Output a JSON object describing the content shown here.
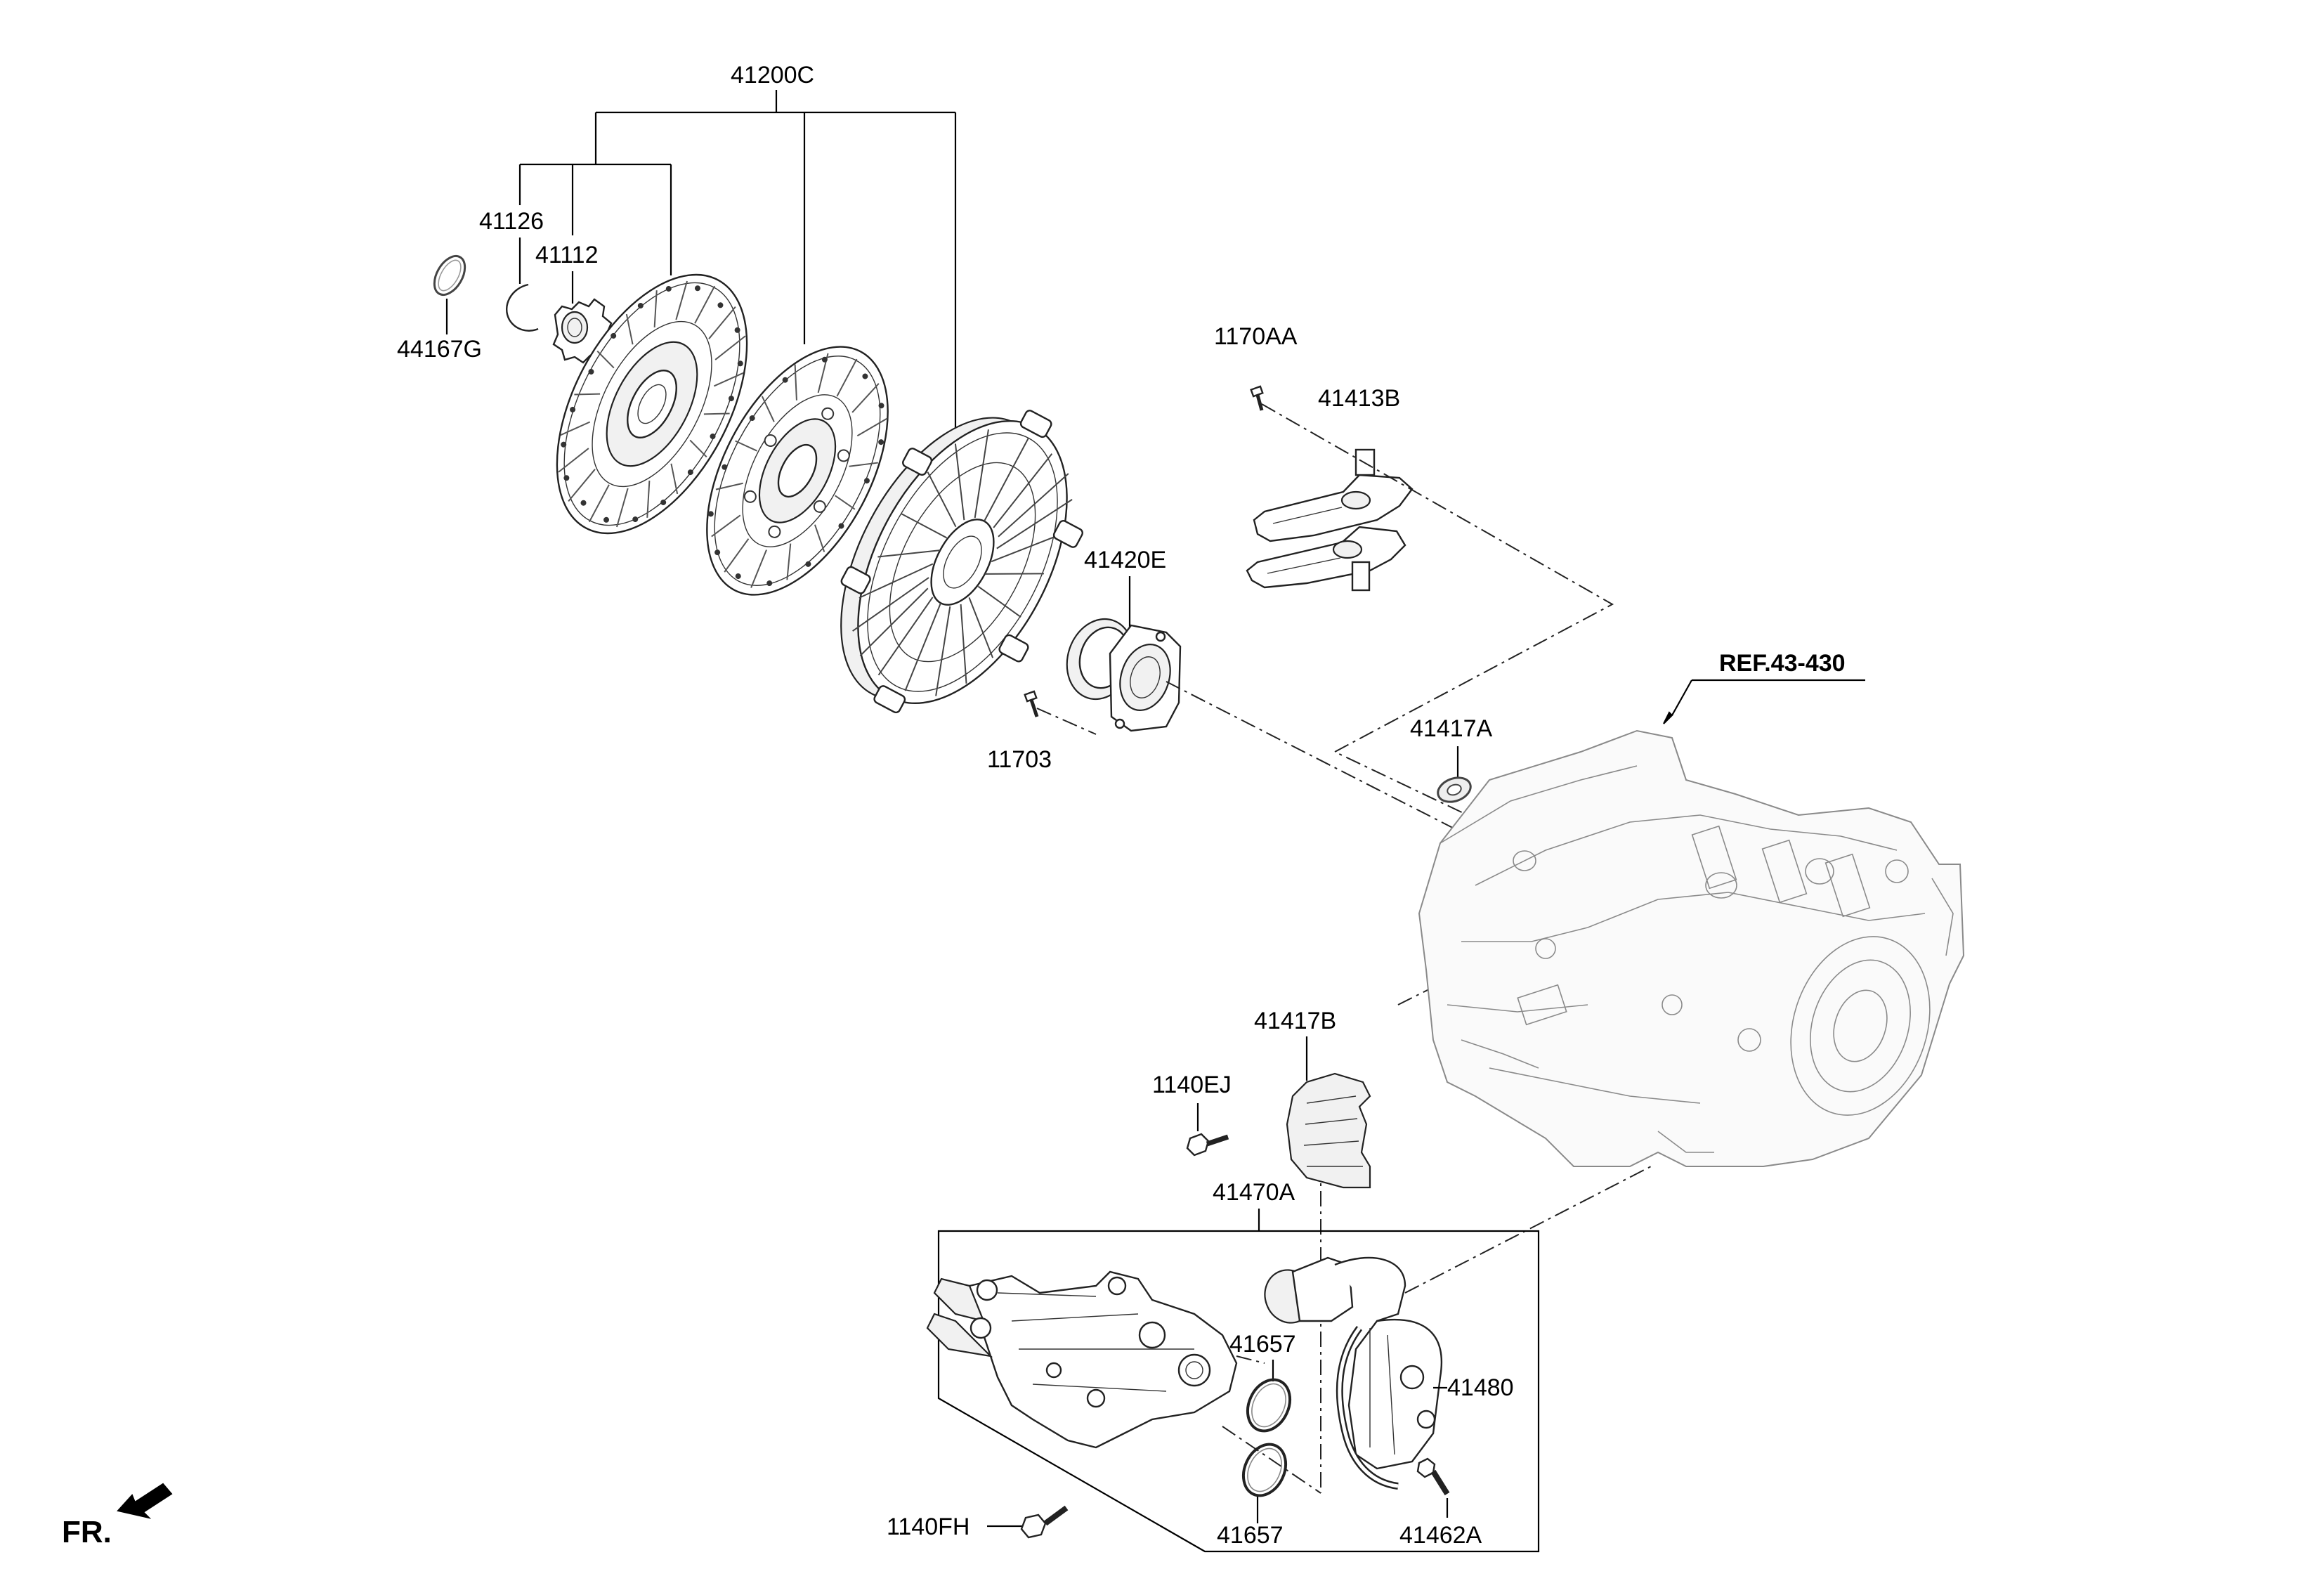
{
  "labels": {
    "assembly": "41200C",
    "snap_ring": "41126",
    "hub": "41112",
    "o_ring_small": "44167G",
    "bolt_fork": "1170AA",
    "fork": "41413B",
    "release_bearing": "41420E",
    "bolt_bearing": "11703",
    "ref": "REF.43-430",
    "seal_41417a": "41417A",
    "cover_41417b": "41417B",
    "bolt_1140ej": "1140EJ",
    "actuator_assy": "41470A",
    "o_ring_upper": "41657",
    "o_ring_lower": "41657",
    "motor": "41480",
    "bolt_41462a": "41462A",
    "bolt_1140fh": "1140FH",
    "front": "FR."
  },
  "icons": {
    "front_arrow": "front-direction-arrow-icon"
  }
}
